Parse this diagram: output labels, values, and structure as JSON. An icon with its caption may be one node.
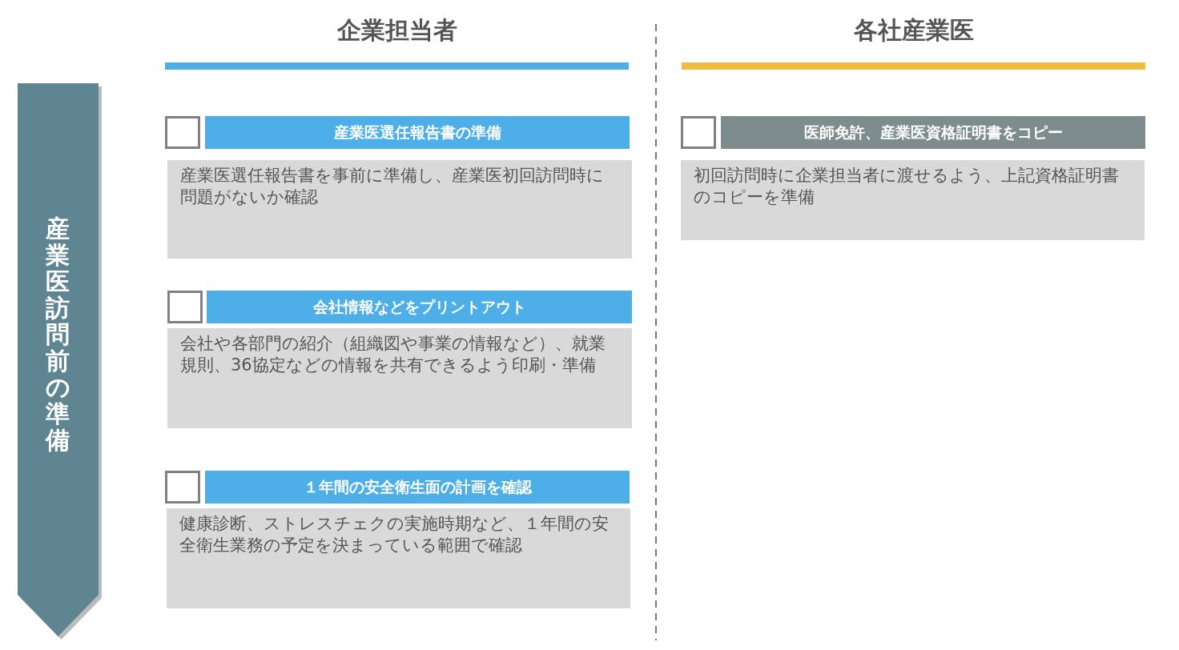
{
  "diagram": {
    "nodes": [
      {
        "text": [
          "産業医訪問前の準備"
        ]
      },
      {
        "text": [
          "産業医選任報告書の準備"
        ]
      },
      {
        "text": [
          "産業医選任報告書を事前に準備し、産業医初回訪問時に問題がないか確認"
        ]
      },
      {
        "text": [
          "医師免許、産業医資格証明書をコピー"
        ]
      },
      {
        "text": [
          "初回訪問時に企業担当者に渡せるよう、上記資格証明書のコピーを準備"
        ]
      },
      {
        "text": [
          "会社情報などをプリントアウト"
        ]
      },
      {
        "text": [
          "会社や各部門の紹介（組織図や事業の情報など）、就業規則、36協定などの情報を共有できるよう印刷・準備"
        ]
      },
      {
        "text": [
          "１年間の安全衛生面の計画を確認"
        ]
      },
      {
        "text": [
          "健康診断、ストレスチェクの実施時期など、１年間の安全衛生業務の予定を決まっている範囲で確認"
        ]
      }
    ],
    "labels": [
      "企業担当者",
      "各社産業医"
    ]
  }
}
